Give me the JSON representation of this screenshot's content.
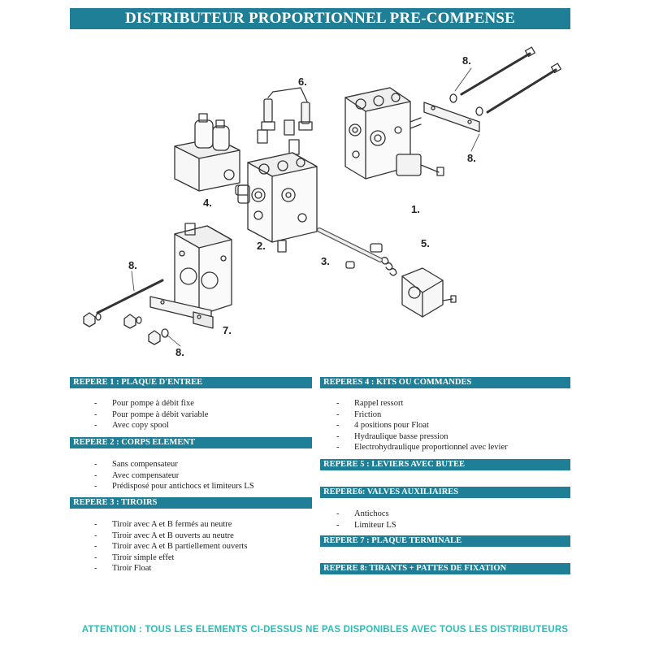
{
  "title": "DISTRIBUTEUR PROPORTIONNEL PRE-COMPENSE",
  "callouts": {
    "c1": "1.",
    "c2": "2.",
    "c3": "3.",
    "c4": "4.",
    "c5": "5.",
    "c6": "6.",
    "c7": "7.",
    "c8a": "8.",
    "c8b": "8.",
    "c8c": "8.",
    "c8d": "8."
  },
  "sections": {
    "s1": {
      "header": "REPERE 1 : PLAQUE D'ENTREE",
      "items": [
        "Pour pompe à débit fixe",
        "Pour pompe à débit variable",
        "Avec copy spool"
      ]
    },
    "s2": {
      "header": "REPERE 2 : CORPS ELEMENT",
      "items": [
        "Sans compensateur",
        "Avec compensateur",
        "Prédisposé pour antichocs et limiteurs LS"
      ]
    },
    "s3": {
      "header": "REPERE 3 : TIROIRS",
      "items": [
        "Tiroir avec A et B fermés au neutre",
        "Tiroir avec A et B ouverts au neutre",
        "Tiroir avec A et B partiellement ouverts",
        "Tiroir simple effet",
        "Tiroir Float"
      ]
    },
    "s4": {
      "header": "REPERES 4 : KITS OU COMMANDES",
      "items": [
        "Rappel ressort",
        "Friction",
        "4 positions pour Float",
        "Hydraulique basse pression",
        "Electrohydraulique proportionnel avec levier"
      ]
    },
    "s5": {
      "header": "REPERE 5 : LEVIERS AVEC BUTEE"
    },
    "s6": {
      "header": "REPERE6: VALVES AUXILIAIRES",
      "items": [
        "Antichocs",
        "Limiteur LS"
      ]
    },
    "s7": {
      "header": "REPERE 7 : PLAQUE TERMINALE"
    },
    "s8": {
      "header": "REPERE 8: TIRANTS + PATTES DE FIXATION"
    }
  },
  "attention": "ATTENTION : TOUS LES ELEMENTS CI-DESSUS NE PAS DISPONIBLES AVEC TOUS LES DISTRIBUTEURS"
}
